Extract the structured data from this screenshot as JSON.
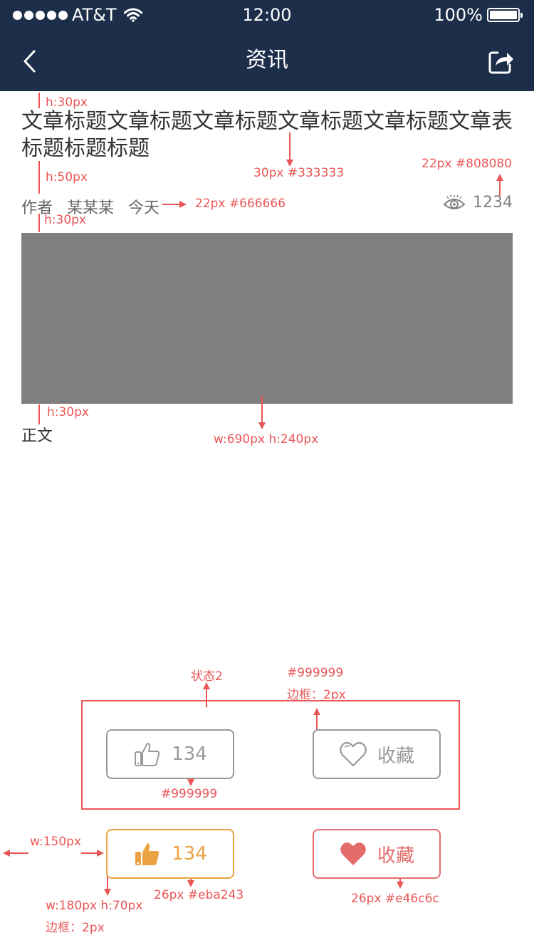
{
  "status_bar": {
    "carrier": "AT&T",
    "time": "12:00",
    "battery": "100%"
  },
  "nav": {
    "title": "资讯",
    "back_icon": "chevron-left-icon",
    "share_icon": "share-icon"
  },
  "article": {
    "title": "文章标题文章标题文章标题文章标题文章标题文章表标题标题标题",
    "author_label": "作者",
    "author": "某某某",
    "date": "今天",
    "views": "1234",
    "body": "正文"
  },
  "buttons": {
    "like_count": "134",
    "favorite_label": "收藏",
    "like_active_count": "134",
    "favorite_active_label": "收藏"
  },
  "colors": {
    "header_bg": "#1c2e4a",
    "title": "#333333",
    "meta": "#666666",
    "views": "#808080",
    "placeholder": "#7f7f7f",
    "button_default": "#999999",
    "like_active": "#eba243",
    "favorite_active": "#e46c6c",
    "annotation": "#ea5656"
  },
  "annotations": {
    "top_spacing": "h:30px",
    "title_spec": "30px  #333333",
    "views_spec": "22px  #808080",
    "title_meta_spacing": "h:50px",
    "meta_spec": "22px  #666666",
    "meta_image_spacing": "h:30px",
    "image_body_spacing": "h:30px",
    "image_size": "w:690px  h:240px",
    "state": "状态2",
    "border_color": "#999999",
    "border_width": "边框：2px",
    "count_color": "#999999",
    "gap_width": "w:150px",
    "button_size": "w:180px h:70px",
    "button_border": "边框：2px",
    "like_active_spec": "26px #eba243",
    "favorite_active_spec": "26px #e46c6c"
  }
}
